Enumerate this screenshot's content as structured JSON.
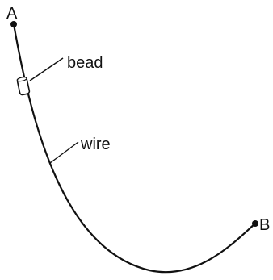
{
  "diagram": {
    "labels": {
      "point_a": "A",
      "point_b": "B",
      "bead": "bead",
      "wire": "wire"
    },
    "colors": {
      "ink": "#111111",
      "bead_fill": "#ffffff",
      "background": "#ffffff"
    }
  }
}
